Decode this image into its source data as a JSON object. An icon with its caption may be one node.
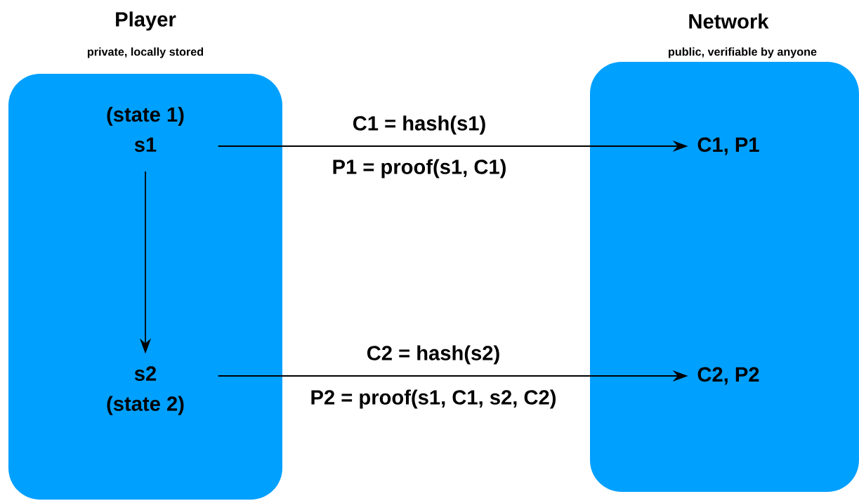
{
  "diagram": {
    "nodes": [
      {
        "text": [
          "Player",
          "private, locally stored"
        ]
      },
      {
        "text": [
          "Network",
          "public, verifiable by anyone"
        ]
      },
      {
        "text": [
          "(state 1)",
          "s1"
        ],
        "in": 0
      },
      {
        "text": [
          "s2",
          "(state 2)"
        ],
        "in": 0
      },
      {
        "text": [
          "C1, P1"
        ],
        "in": 1
      },
      {
        "text": [
          "C2, P2"
        ],
        "in": 1
      }
    ],
    "edges": [
      {
        "from": 2,
        "to": 4,
        "arrow": "to",
        "label": "C1 = hash(s1)"
      },
      {
        "from": 2,
        "to": 3,
        "arrow": "to"
      },
      {
        "from": 3,
        "to": 5,
        "arrow": "to",
        "label": "C2 = hash(s2)"
      }
    ],
    "labels": [
      "P1 = proof(s1, C1)",
      "P2 = proof(s1, C1, s2, C2)"
    ]
  }
}
